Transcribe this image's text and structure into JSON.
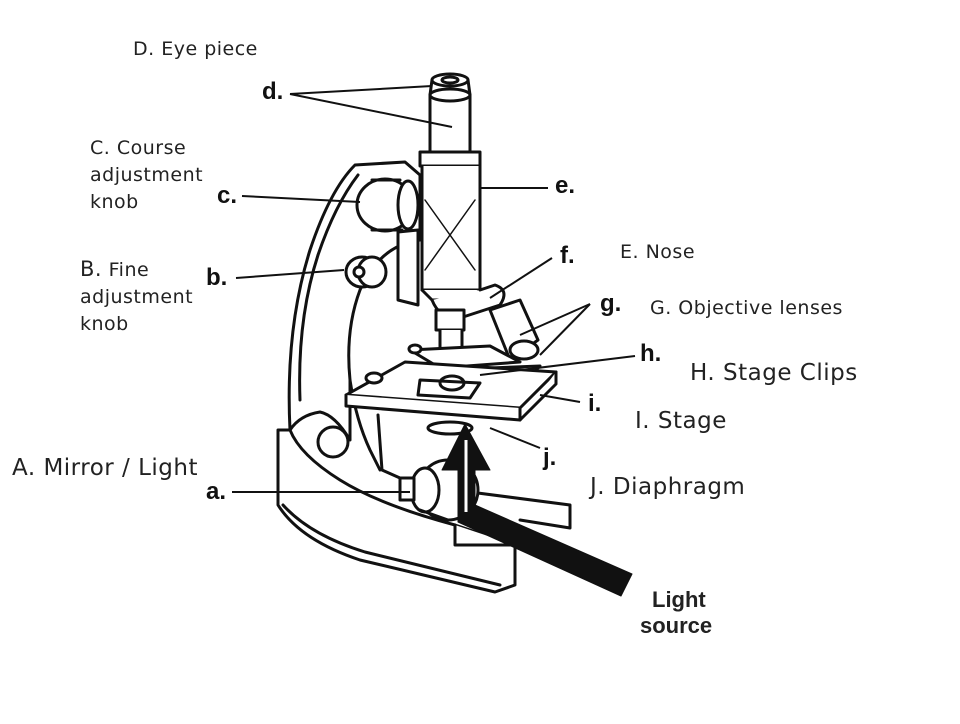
{
  "letters": {
    "a": "a.",
    "b": "b.",
    "c": "c.",
    "d": "d.",
    "e": "e.",
    "f": "f.",
    "g": "g.",
    "h": "h.",
    "i": "i.",
    "j": "j."
  },
  "labels": {
    "eye_piece": "D. Eye piece",
    "coarse_line1": "C.  Course",
    "coarse_line2": "adjustment",
    "coarse_line3": "knob",
    "fine_line1_prefix": "B.",
    "fine_line1_rest": " Fine",
    "fine_line2": "adjustment",
    "fine_line3": "knob",
    "nose": "E. Nose",
    "objective": "G. Objective lenses",
    "stage_clips": "H. Stage Clips",
    "stage": "I. Stage",
    "mirror": "A.  Mirror / Light",
    "diaphragm": "J. Diaphragm",
    "light_source_line1": "Light",
    "light_source_line2": "source"
  }
}
